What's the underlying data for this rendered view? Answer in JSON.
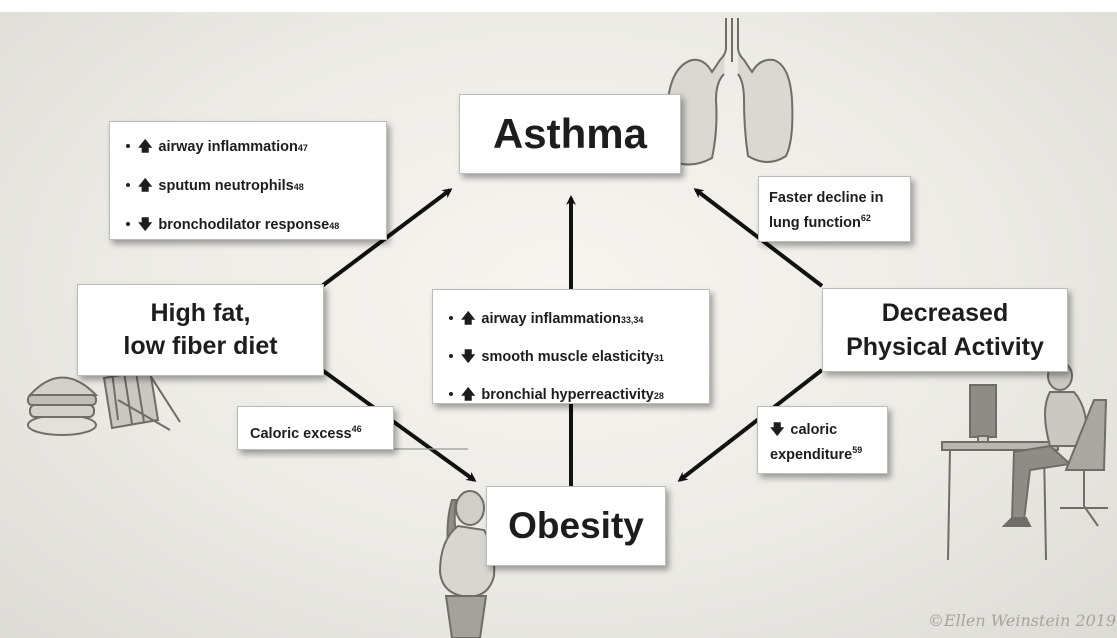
{
  "nodes": {
    "asthma": "Asthma",
    "obesity": "Obesity",
    "diet_line1": "High fat,",
    "diet_line2": "low fiber diet",
    "activity_line1": "Decreased",
    "activity_line2": "Physical Activity"
  },
  "diet_asthma_effects": [
    {
      "arrow": "up",
      "text": "airway inflammation",
      "ref": "47"
    },
    {
      "arrow": "up",
      "text": "sputum neutrophils",
      "ref": "48"
    },
    {
      "arrow": "down",
      "text": "bronchodilator response",
      "ref": "48"
    }
  ],
  "obesity_asthma_effects": [
    {
      "arrow": "up",
      "text": "airway inflammation",
      "ref": "33,34"
    },
    {
      "arrow": "down",
      "text": "smooth muscle elasticity",
      "ref": "31"
    },
    {
      "arrow": "up",
      "text": "bronchial hyperreactivity",
      "ref": "28"
    }
  ],
  "lung_function": {
    "line1": "Faster decline in",
    "line2": "lung function",
    "ref": "62"
  },
  "caloric_excess": {
    "text": "Caloric excess",
    "ref": "46"
  },
  "caloric_expenditure": {
    "arrow": "down",
    "line1": "caloric",
    "line2": "expenditure",
    "ref": "59"
  },
  "signature": "©Ellen Weinstein 2019",
  "icons": [
    "lungs-icon",
    "burger-fries-icon",
    "woman-figure-icon",
    "computer-desk-person-icon"
  ]
}
